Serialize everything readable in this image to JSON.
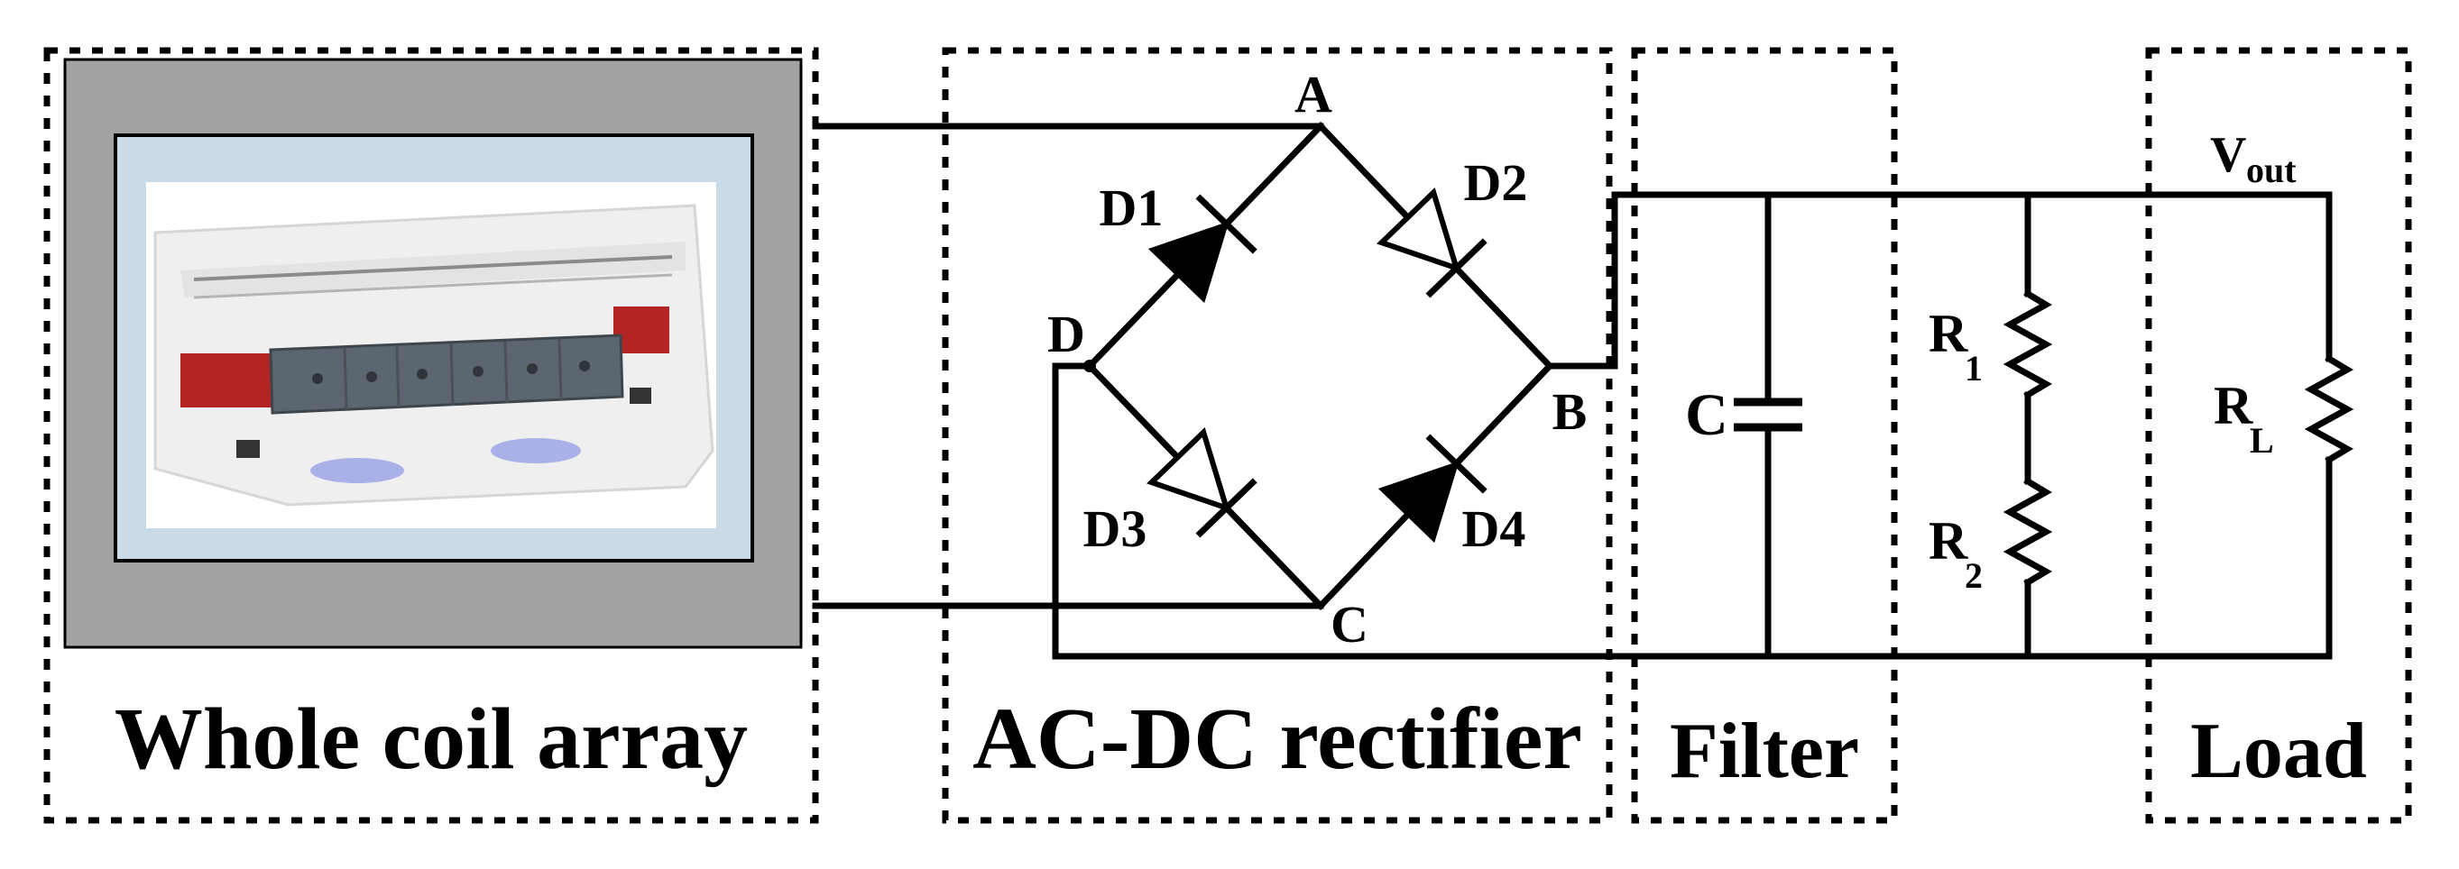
{
  "sections": {
    "coil": "Whole coil array",
    "rectifier": "AC-DC rectifier",
    "filter": "Filter",
    "load": "Load"
  },
  "nodes": {
    "a": "A",
    "b": "B",
    "c": "C",
    "d": "D"
  },
  "diodes": {
    "d1": "D1",
    "d2": "D2",
    "d3": "D3",
    "d4": "D4"
  },
  "components": {
    "capacitor": "C",
    "r1": {
      "main": "R",
      "sub": "1"
    },
    "r2": {
      "main": "R",
      "sub": "2"
    },
    "rl": {
      "main": "R",
      "sub": "L"
    },
    "vout": {
      "main": "V",
      "sub": "out"
    }
  },
  "colors": {
    "line": "#000000",
    "coil_frame": "#a3a3a3",
    "coil_inner": "#c9dae8",
    "coil_body": "#f2f2f2",
    "coil_slab": "#5c6670",
    "coil_red": "#b32424",
    "coil_pad": "#a9b1e8"
  }
}
